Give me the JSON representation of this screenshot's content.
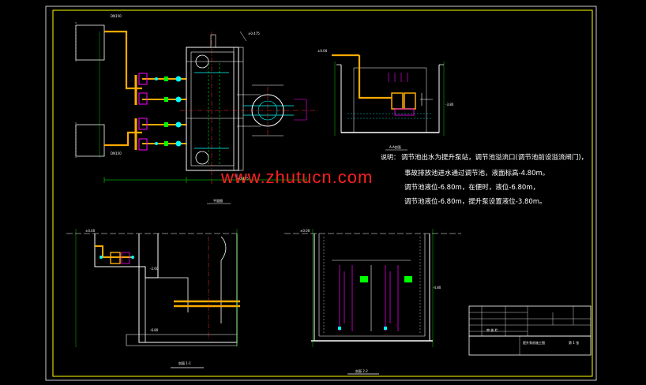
{
  "watermark": "www.zhutucn.com",
  "notes": {
    "title": "说明：",
    "line1": "调节池出水为提升泵站，调节池溢流口(调节池前设溢流闸门)，",
    "line2": "事故排放池进水通过调节池，液面标高-4.80m。",
    "line3": "调节池液位-6.80m，在便时，液位-6.80m，",
    "line4": "调节池液位-6.80m，提升泵设置液位-3.80m。"
  },
  "views": {
    "plan": "平面图",
    "section_a": "A-A剖面",
    "section_1": "剖面 1-1",
    "section_2": "剖面 2-2"
  },
  "title_block": {
    "name": "提升泵房施工图",
    "sheet": "第 1 张"
  },
  "colors": {
    "background": "#000000",
    "frame": "#ffff00",
    "structure": "#ffffff",
    "pipe": "#ffaa00",
    "equipment": "#ff00ff",
    "dimension": "#00ff00",
    "centerline": "#ff3030",
    "accent": "#00ffff",
    "watermark": "#ff2020"
  }
}
